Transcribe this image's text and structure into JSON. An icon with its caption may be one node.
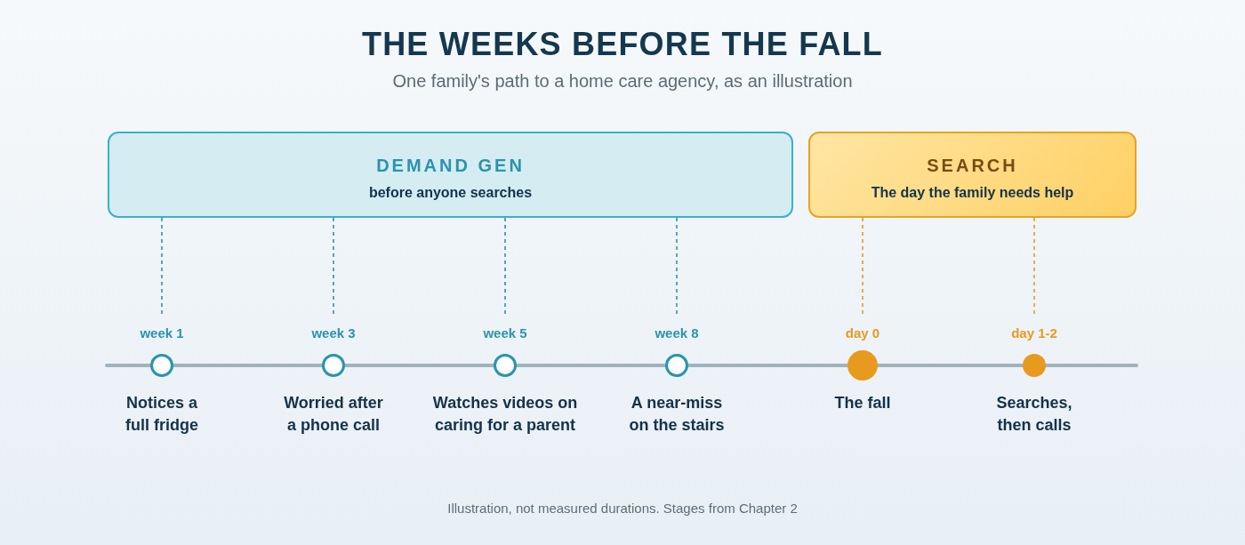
{
  "diagram": {
    "title": "THE WEEKS BEFORE THE FALL",
    "caption": "Illustration, not measured durations. Stages from Chapter 2",
    "nodes": [
      {
        "text": [
          "DEMAND GEN",
          "before anyone searches"
        ]
      },
      {
        "text": [
          "SEARCH",
          "The day the family needs help"
        ]
      },
      {
        "text": [
          "week 1",
          "Notices a full fridge"
        ]
      },
      {
        "text": [
          "week 3",
          "Worried after a phone call"
        ]
      },
      {
        "text": [
          "week 5",
          "Watches videos on caring for a parent"
        ]
      },
      {
        "text": [
          "week 8",
          "A near-miss on the stairs"
        ]
      },
      {
        "text": [
          "day 0",
          "The fall"
        ]
      },
      {
        "text": [
          "day 1-2",
          "Searches, then calls"
        ]
      }
    ],
    "edges": [
      {
        "from": 0,
        "to": 2,
        "arrow": "none",
        "style": "dashed"
      },
      {
        "from": 0,
        "to": 3,
        "arrow": "none",
        "style": "dashed"
      },
      {
        "from": 0,
        "to": 4,
        "arrow": "none",
        "style": "dashed"
      },
      {
        "from": 0,
        "to": 5,
        "arrow": "none",
        "style": "dashed"
      },
      {
        "from": 1,
        "to": 6,
        "arrow": "none",
        "style": "dashed",
        "color": "#e89a1f"
      },
      {
        "from": 1,
        "to": 7,
        "arrow": "none",
        "style": "dashed",
        "color": "#e89a1f"
      }
    ],
    "labels": [
      "One family's path to a home care agency, as an illustration"
    ]
  }
}
